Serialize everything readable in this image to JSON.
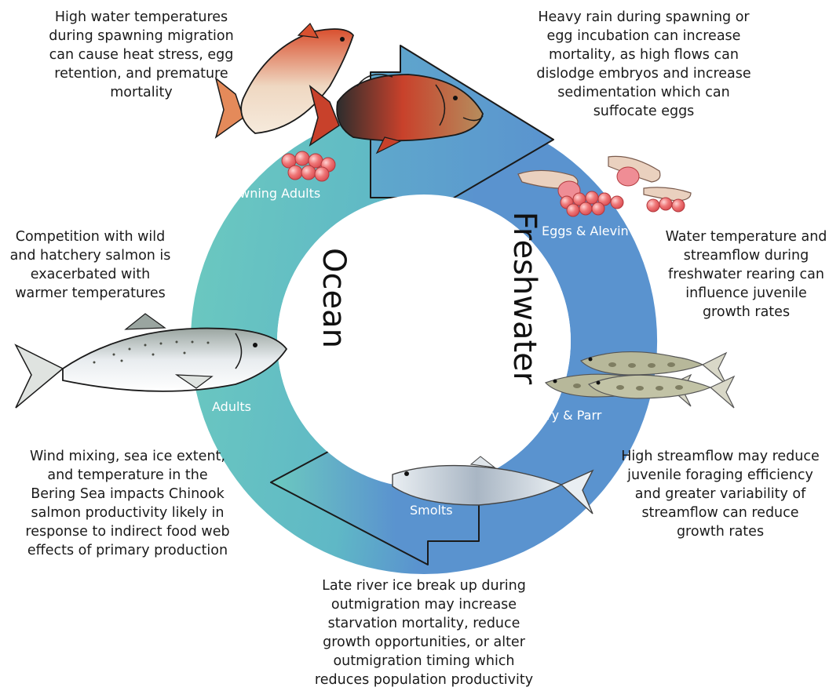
{
  "diagram": {
    "domains": {
      "ocean": "Ocean",
      "freshwater": "Freshwater"
    },
    "stages": {
      "spawning_adults": "Spawning Adults",
      "eggs_alevin": "Eggs & Alevin",
      "fry_parr": "Fry & Parr",
      "smolts": "Smolts",
      "adults": "Adults"
    },
    "notes": {
      "spawning_migration": "High water temperatures\nduring  spawning migration\ncan cause heat stress, egg\nretention, and premature\nmortality",
      "heavy_rain": "Heavy rain during spawning or\negg incubation can increase\nmortality, as high flows can\ndislodge embryos and increase\nsedimentation which can\nsuffocate eggs",
      "competition": "Competition with wild\nand hatchery salmon is\nexacerbated with\nwarmer temperatures",
      "freshwater_rearing": "Water temperature and\nstreamflow during\nfreshwater rearing can\ninfluence juvenile\ngrowth rates",
      "bering_sea": "Wind mixing, sea ice extent,\nand temperature in the\nBering Sea impacts Chinook\nsalmon productivity likely in\nresponse to indirect food web\neffects of primary production",
      "streamflow_foraging": "High streamflow may reduce\njuvenile foraging efficiency\nand greater variability of\nstreamflow can reduce\ngrowth rates",
      "river_ice": "Late river ice break up during\noutmigration  may increase\nstarvation mortality, reduce\ngrowth opportunities, or alter\noutmigration timing which\nreduces population productivity"
    },
    "colors": {
      "ocean": "#6ccabf",
      "freshwater": "#5a93cf",
      "egg": "#e85a5e",
      "chinook_red": "#d2422c",
      "fry_olive": "#a8aa88",
      "smolt_silver": "#b8c1cc"
    }
  }
}
